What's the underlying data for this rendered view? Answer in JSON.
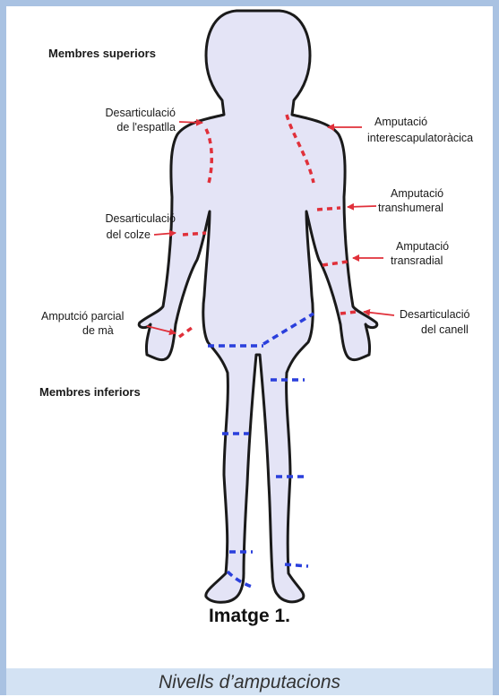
{
  "section_labels": {
    "upper": "Membres superiors",
    "lower": "Membres inferiors"
  },
  "labels": {
    "shoulder_l1": "Desarticulació",
    "shoulder_l2": "de l'espatlla",
    "elbow_l1": "Desarticulació",
    "elbow_l2": "del colze",
    "hand_l1": "Amputció parcial",
    "hand_l2": "de mà",
    "interscap_l1": "Amputació",
    "interscap_l2": "interescapulatoràcica",
    "transhum_l1": "Amputació",
    "transhum_l2": "transhumeral",
    "transrad_l1": "Amputació",
    "transrad_l2": "transradial",
    "wrist_l1": "Desarticulació",
    "wrist_l2": "del canell"
  },
  "caption": {
    "title": "Imatge 1.",
    "subtitle": "Nivells d’amputacions"
  },
  "colors": {
    "body_fill": "#e4e4f6",
    "upper_cut": "#e0303a",
    "lower_cut": "#2a3fdc",
    "arrow": "#e0303a",
    "frame": "#a9c2e2"
  }
}
